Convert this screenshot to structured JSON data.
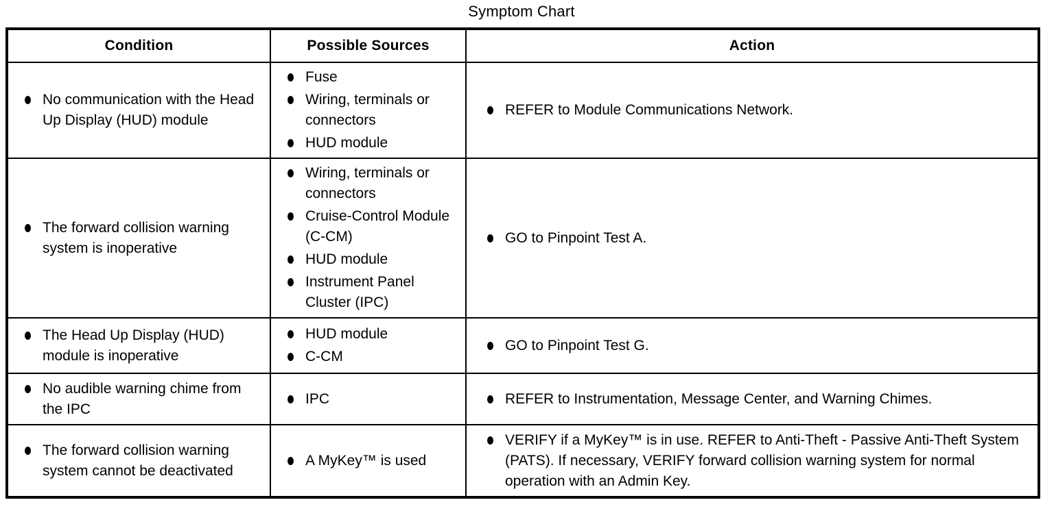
{
  "title": "Symptom Chart",
  "table": {
    "headers": [
      "Condition",
      "Possible Sources",
      "Action"
    ],
    "rows": [
      {
        "condition": [
          "No communication with the Head Up Display (HUD) module"
        ],
        "sources": [
          "Fuse",
          "Wiring, terminals or connectors",
          "HUD module"
        ],
        "action": [
          "REFER to Module Communications Network."
        ]
      },
      {
        "condition": [
          "The forward collision warning system is inoperative"
        ],
        "sources": [
          "Wiring, terminals or connectors",
          "Cruise-Control Module (C-CM)",
          "HUD module",
          "Instrument Panel Cluster (IPC)"
        ],
        "action": [
          "GO to Pinpoint Test A."
        ]
      },
      {
        "condition": [
          "The Head Up Display (HUD) module is inoperative"
        ],
        "sources": [
          "HUD module",
          "C-CM"
        ],
        "action": [
          "GO to Pinpoint Test G."
        ]
      },
      {
        "condition": [
          "No audible warning chime from the IPC"
        ],
        "sources": [
          "IPC"
        ],
        "action": [
          "REFER to Instrumentation, Message Center, and Warning Chimes."
        ]
      },
      {
        "condition": [
          "The forward collision warning system cannot be deactivated"
        ],
        "sources": [
          "A MyKey™ is used"
        ],
        "action": [
          "VERIFY if a MyKey™ is in use. REFER to Anti-Theft - Passive Anti-Theft System (PATS). If necessary, VERIFY forward collision warning system for normal operation with an Admin Key."
        ]
      }
    ]
  },
  "colors": {
    "text": "#000000",
    "border": "#000000",
    "background": "#ffffff"
  }
}
